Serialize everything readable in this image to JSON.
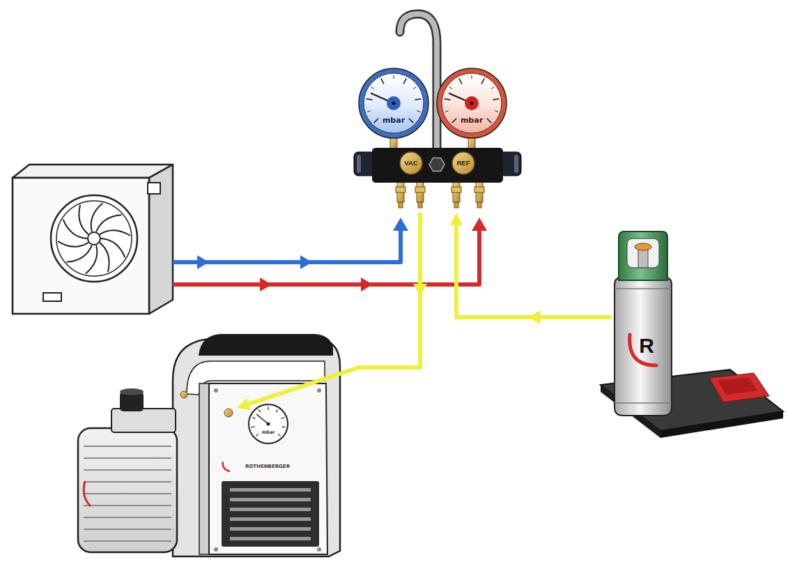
{
  "diagram": {
    "nodes": [
      {
        "text": [
          "mbar"
        ]
      },
      {
        "text": [
          "mbar"
        ]
      },
      {
        "text": [
          "VAC",
          "REF"
        ]
      },
      {
        "text": [
          "R"
        ]
      },
      {
        "text": [
          "mbar",
          "ROTHENBERGER"
        ]
      }
    ],
    "edges": [
      {
        "from": 2,
        "to": 4,
        "arrow": "to"
      },
      {
        "from": 3,
        "to": 2,
        "arrow": "to"
      }
    ]
  }
}
